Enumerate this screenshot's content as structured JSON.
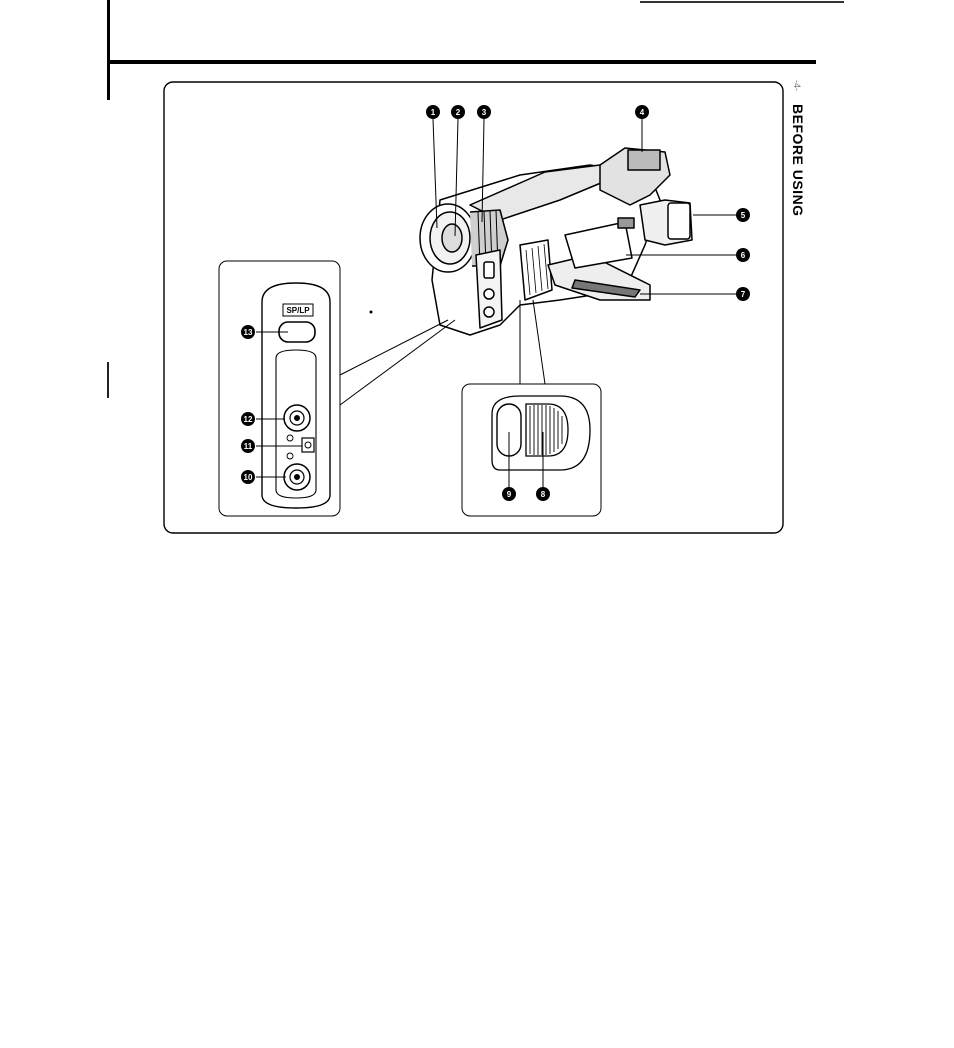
{
  "section": {
    "side_label": "BEFORE USING",
    "page_mark": "-4-"
  },
  "callouts": {
    "c1": "1",
    "c2": "2",
    "c3": "3",
    "c4": "4",
    "c5": "5",
    "c6": "6",
    "c7": "7",
    "c8": "8",
    "c9": "9",
    "c10": "10",
    "c11": "11",
    "c12": "12",
    "c13": "13"
  },
  "panel": {
    "sp_lp_label": "SP/LP"
  }
}
